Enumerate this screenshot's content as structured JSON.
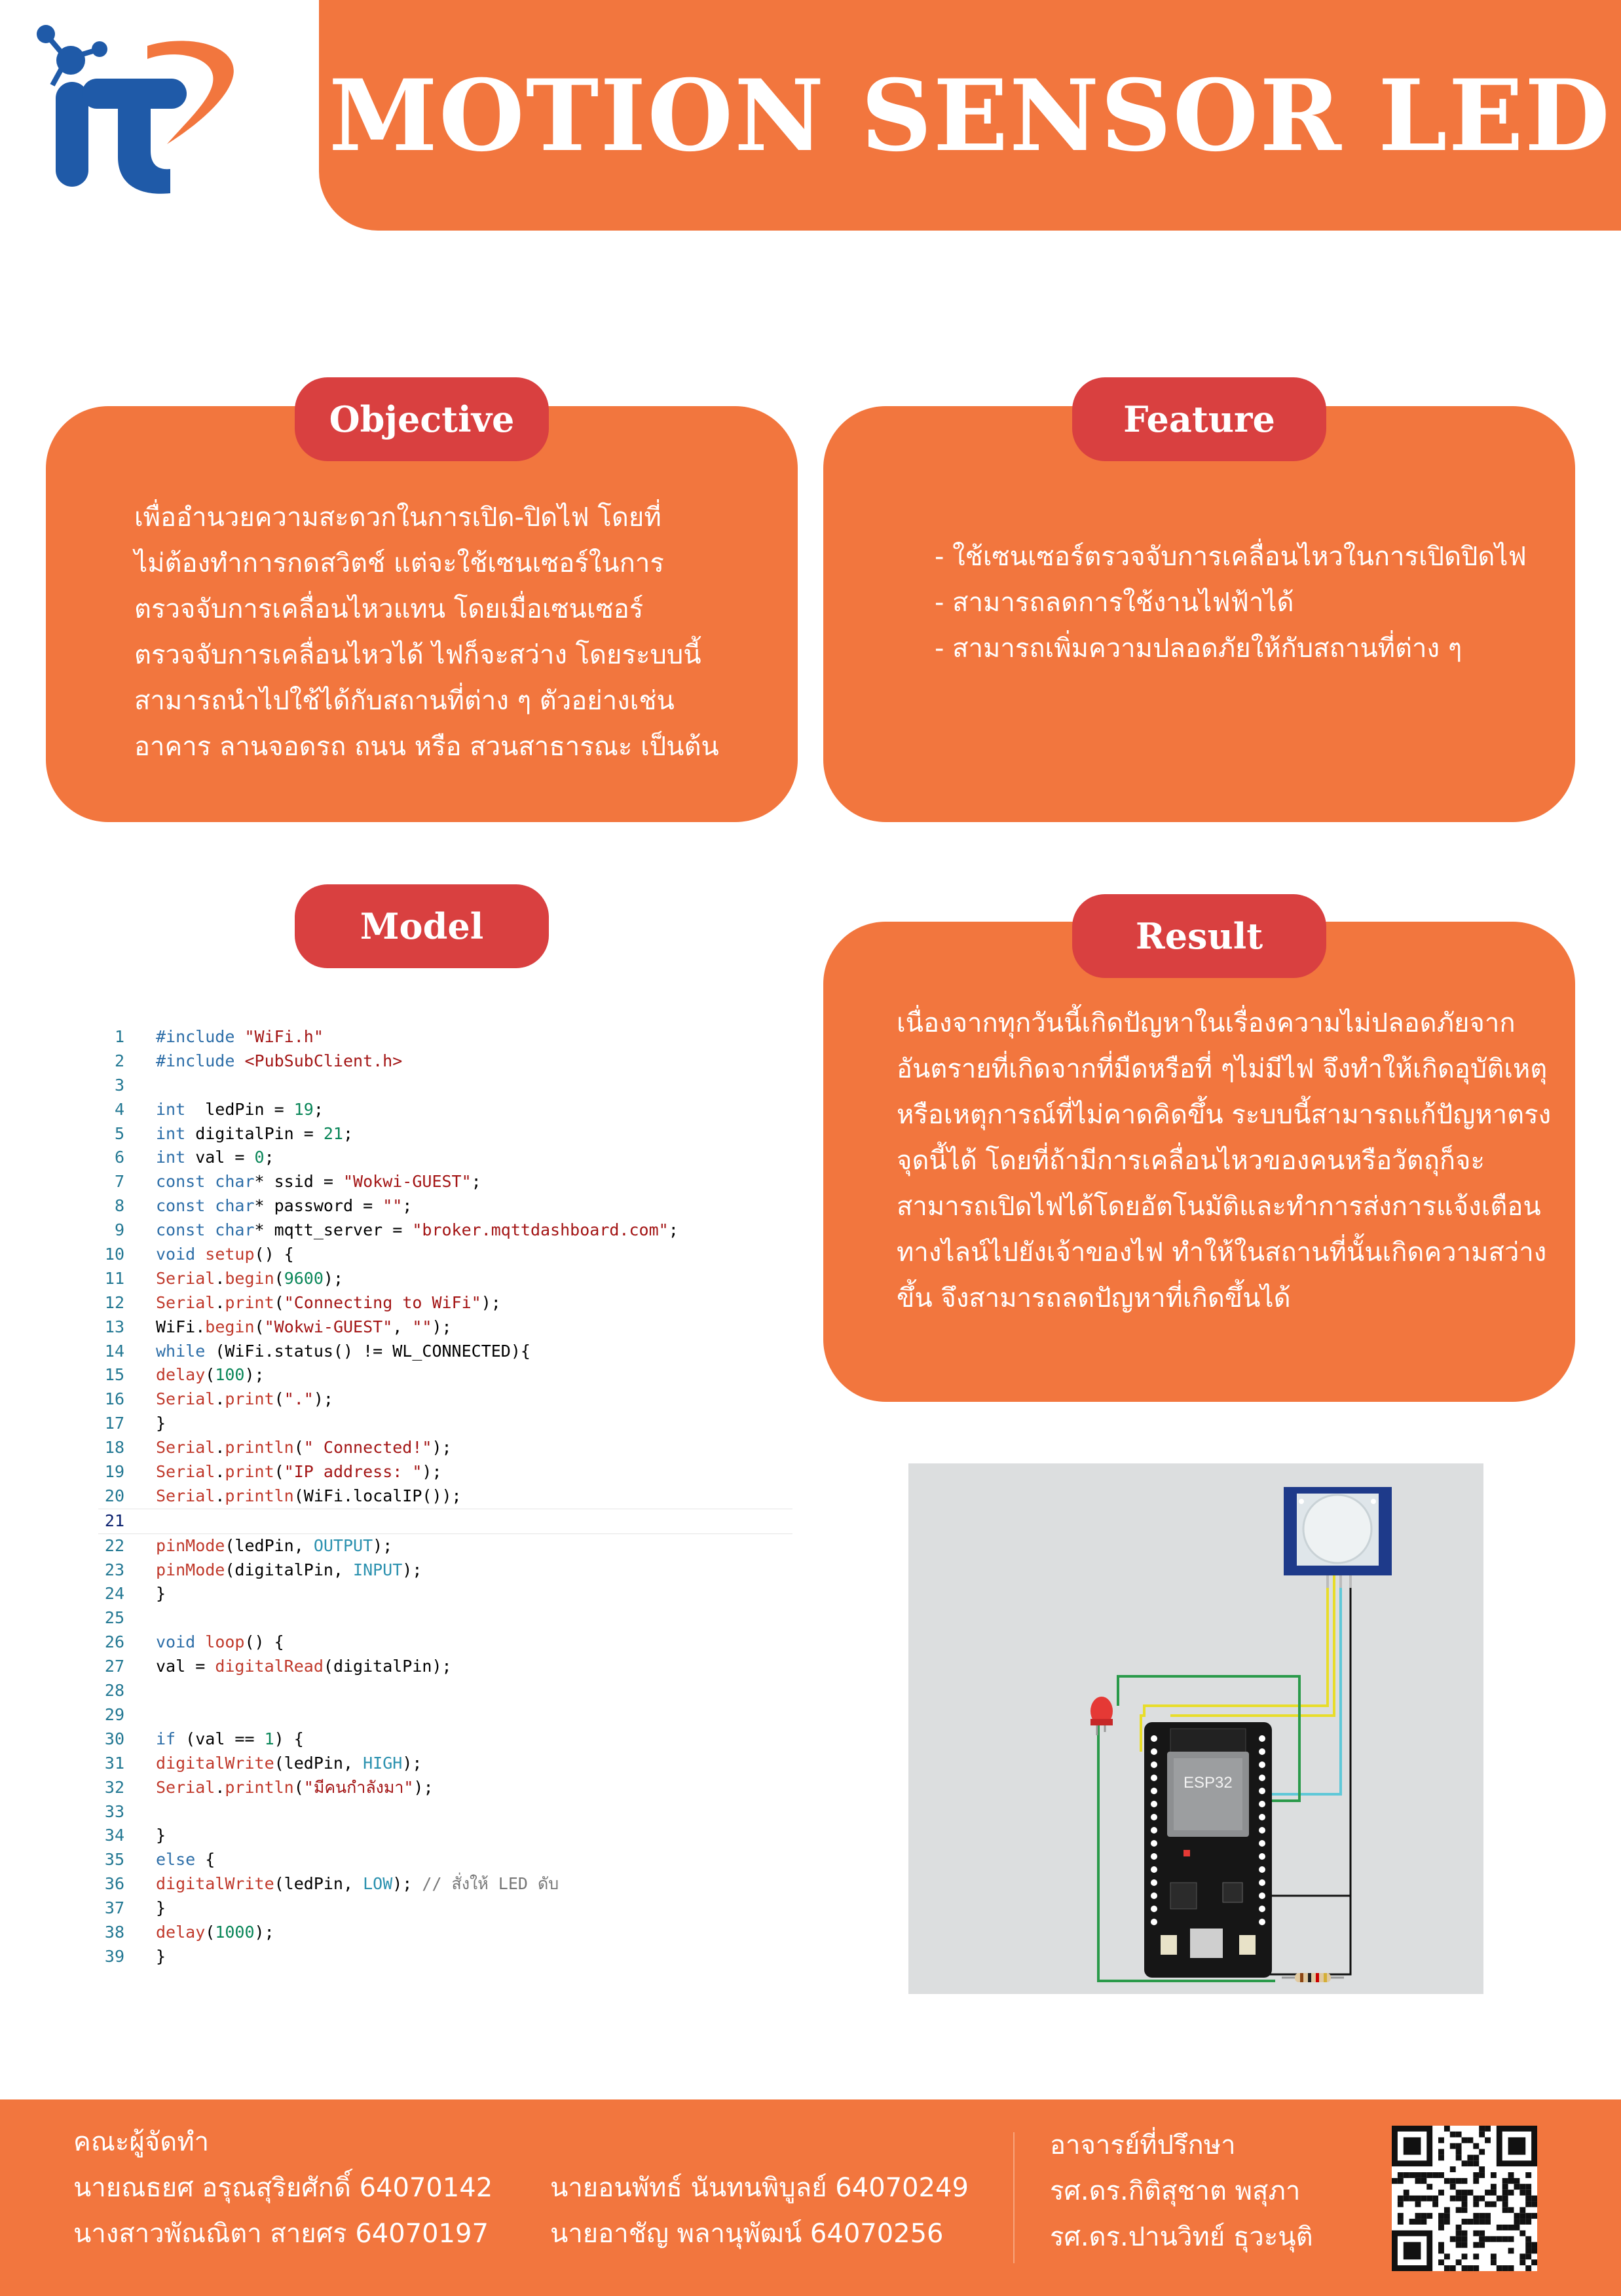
{
  "header": {
    "title": "MOTION SENSOR LED",
    "logo_text": "iT"
  },
  "colors": {
    "orange": "#f2763e",
    "pill_red": "#d94040",
    "logo_blue": "#1f5aa8",
    "logo_orange": "#f2763e"
  },
  "objective": {
    "heading": "Objective",
    "lines": [
      "เพื่ออำนวยความสะดวกในการเปิด-ปิดไฟ โดยที่",
      "ไม่ต้องทำการกดสวิตช์ แต่จะใช้เซนเซอร์ในการ",
      "ตรวจจับการเคลื่อนไหวแทน โดยเมื่อเซนเซอร์",
      "ตรวจจับการเคลื่อนไหวได้ ไฟก็จะสว่าง โดยระบบนี้",
      "สามารถนำไปใช้ได้กับสถานที่ต่าง ๆ ตัวอย่างเช่น",
      "อาคาร ลานจอดรถ ถนน หรือ สวนสาธารณะ เป็นต้น"
    ]
  },
  "feature": {
    "heading": "Feature",
    "items": [
      "- ใช้เซนเซอร์ตรวจจับการเคลื่อนไหวในการเปิดปิดไฟ",
      "- สามารถลดการใช้งานไฟฟ้าได้",
      "- สามารถเพิ่มความปลอดภัยให้กับสถานที่ต่าง ๆ"
    ]
  },
  "model": {
    "heading": "Model"
  },
  "code": {
    "active_line": 21,
    "lines": [
      [
        [
          "kw",
          "#include "
        ],
        [
          "str",
          "\"WiFi.h\""
        ]
      ],
      [
        [
          "kw",
          "#include "
        ],
        [
          "str",
          "<PubSubClient.h>"
        ]
      ],
      [],
      [
        [
          "kw",
          "int"
        ],
        [
          "",
          "  ledPin = "
        ],
        [
          "num",
          "19"
        ],
        [
          "",
          ";"
        ]
      ],
      [
        [
          "kw",
          "int"
        ],
        [
          "",
          " digitalPin = "
        ],
        [
          "num",
          "21"
        ],
        [
          "",
          ";"
        ]
      ],
      [
        [
          "kw",
          "int"
        ],
        [
          "",
          " val = "
        ],
        [
          "num",
          "0"
        ],
        [
          "",
          ";"
        ]
      ],
      [
        [
          "kw",
          "const char"
        ],
        [
          "",
          "* ssid = "
        ],
        [
          "str",
          "\"Wokwi-GUEST\""
        ],
        [
          "",
          ";"
        ]
      ],
      [
        [
          "kw",
          "const char"
        ],
        [
          "",
          "* password = "
        ],
        [
          "str",
          "\"\""
        ],
        [
          "",
          ";"
        ]
      ],
      [
        [
          "kw",
          "const char"
        ],
        [
          "",
          "* mqtt_server = "
        ],
        [
          "str",
          "\"broker.mqttdashboard.com\""
        ],
        [
          "",
          ";"
        ]
      ],
      [
        [
          "kw",
          "void "
        ],
        [
          "fn",
          "setup"
        ],
        [
          "",
          "() {"
        ]
      ],
      [
        [
          "fn",
          "Serial"
        ],
        [
          "",
          "."
        ],
        [
          "fn",
          "begin"
        ],
        [
          "",
          "("
        ],
        [
          "num",
          "9600"
        ],
        [
          "",
          ");"
        ]
      ],
      [
        [
          "fn",
          "Serial"
        ],
        [
          "",
          "."
        ],
        [
          "fn",
          "print"
        ],
        [
          "",
          "("
        ],
        [
          "str",
          "\"Connecting to WiFi\""
        ],
        [
          "",
          ");"
        ]
      ],
      [
        [
          "",
          "WiFi."
        ],
        [
          "fn",
          "begin"
        ],
        [
          "",
          "("
        ],
        [
          "str",
          "\"Wokwi-GUEST\""
        ],
        [
          "",
          ", "
        ],
        [
          "str",
          "\"\""
        ],
        [
          "",
          ");"
        ]
      ],
      [
        [
          "kw",
          "while"
        ],
        [
          "",
          " (WiFi.status() != WL_CONNECTED){"
        ]
      ],
      [
        [
          "fn",
          "delay"
        ],
        [
          "",
          "("
        ],
        [
          "num",
          "100"
        ],
        [
          "",
          ");"
        ]
      ],
      [
        [
          "fn",
          "Serial"
        ],
        [
          "",
          "."
        ],
        [
          "fn",
          "print"
        ],
        [
          "",
          "("
        ],
        [
          "str",
          "\".\""
        ],
        [
          "",
          ");"
        ]
      ],
      [
        [
          "",
          "}"
        ]
      ],
      [
        [
          "fn",
          "Serial"
        ],
        [
          "",
          "."
        ],
        [
          "fn",
          "println"
        ],
        [
          "",
          "("
        ],
        [
          "str",
          "\" Connected!\""
        ],
        [
          "",
          ");"
        ]
      ],
      [
        [
          "fn",
          "Serial"
        ],
        [
          "",
          "."
        ],
        [
          "fn",
          "print"
        ],
        [
          "",
          "("
        ],
        [
          "str",
          "\"IP address: \""
        ],
        [
          "",
          ");"
        ]
      ],
      [
        [
          "fn",
          "Serial"
        ],
        [
          "",
          "."
        ],
        [
          "fn",
          "println"
        ],
        [
          "",
          "(WiFi.localIP());"
        ]
      ],
      [],
      [
        [
          "fn",
          "pinMode"
        ],
        [
          "",
          "(ledPin, "
        ],
        [
          "cst",
          "OUTPUT"
        ],
        [
          "",
          ");"
        ]
      ],
      [
        [
          "fn",
          "pinMode"
        ],
        [
          "",
          "(digitalPin, "
        ],
        [
          "cst",
          "INPUT"
        ],
        [
          "",
          ");"
        ]
      ],
      [
        [
          "",
          "}"
        ]
      ],
      [],
      [
        [
          "kw",
          "void "
        ],
        [
          "fn",
          "loop"
        ],
        [
          "",
          "() {"
        ]
      ],
      [
        [
          "",
          "val = "
        ],
        [
          "fn",
          "digitalRead"
        ],
        [
          "",
          "(digitalPin);"
        ]
      ],
      [],
      [],
      [
        [
          "kw",
          "if"
        ],
        [
          "",
          " (val == "
        ],
        [
          "num",
          "1"
        ],
        [
          "",
          ") {"
        ]
      ],
      [
        [
          "fn",
          "digitalWrite"
        ],
        [
          "",
          "(ledPin, "
        ],
        [
          "cst",
          "HIGH"
        ],
        [
          "",
          ");"
        ]
      ],
      [
        [
          "fn",
          "Serial"
        ],
        [
          "",
          "."
        ],
        [
          "fn",
          "println"
        ],
        [
          "",
          "("
        ],
        [
          "str",
          "\"มีคนกำลังมา\""
        ],
        [
          "",
          ");"
        ]
      ],
      [],
      [
        [
          "",
          "}"
        ]
      ],
      [
        [
          "kw",
          "else"
        ],
        [
          "",
          " {"
        ]
      ],
      [
        [
          "fn",
          "digitalWrite"
        ],
        [
          "",
          "(ledPin, "
        ],
        [
          "cst",
          "LOW"
        ],
        [
          "",
          "); "
        ],
        [
          "cm",
          "// สั่งให้ LED ดับ"
        ]
      ],
      [
        [
          "",
          "}"
        ]
      ],
      [
        [
          "fn",
          "delay"
        ],
        [
          "",
          "("
        ],
        [
          "num",
          "1000"
        ],
        [
          "",
          ");"
        ]
      ],
      [
        [
          "",
          "}"
        ]
      ]
    ]
  },
  "result": {
    "heading": "Result",
    "lines": [
      "เนื่องจากทุกวันนี้เกิดปัญหาในเรื่องความไม่ปลอดภัยจาก",
      "อันตรายที่เกิดจากที่มืดหรือที่ ๆไม่มีไฟ จึงทำให้เกิดอุบัติเหตุ",
      "หรือเหตุการณ์ที่ไม่คาดคิดขึ้น ระบบนี้สามารถแก้ปัญหาตรง",
      "จุดนี้ได้ โดยที่ถ้ามีการเคลื่อนไหวของคนหรือวัตถุก็จะ",
      "สามารถเปิดไฟได้โดยอัตโนมัติและทำการส่งการแจ้งเตือน",
      "ทางไลน์ไปยังเจ้าของไฟ ทำให้ในสถานที่นั้นเกิดความสว่าง",
      "ขึ้น จึงสามารถลดปัญหาที่เกิดขึ้นได้"
    ]
  },
  "circuit": {
    "board_label": "ESP32"
  },
  "footer": {
    "team_heading": "คณะผู้จัดทำ",
    "members": [
      "นายณธยศ อรุณสุริยศักดิ์ 64070142",
      "นายอนพัทธ์ นันทนพิบูลย์ 64070249",
      "นางสาวพัณณิตา สายศร  64070197",
      "นายอาชัญ พลานุพัฒน์     64070256"
    ],
    "advisor_heading": "อาจารย์ที่ปรึกษา",
    "advisors": [
      "รศ.ดร.กิติสุชาต พสุภา",
      "รศ.ดร.ปานวิทย์ ธุวะนุติ"
    ]
  }
}
